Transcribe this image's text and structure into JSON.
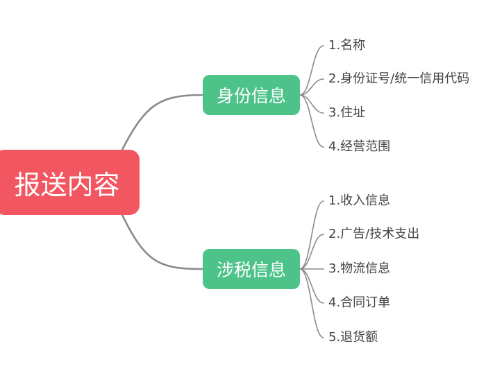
{
  "colors": {
    "root": "#f25660",
    "branch": "#4dc38a",
    "connector": "#8a8a8a",
    "leaf_text": "#444444"
  },
  "root": {
    "label": "报送内容"
  },
  "branches": [
    {
      "label": "身份信息",
      "items": [
        "1.名称",
        "2.身份证号/统一信用代码",
        "3.住址",
        "4.经营范围"
      ]
    },
    {
      "label": "涉税信息",
      "items": [
        "1.收入信息",
        "2.广告/技术支出",
        "3.物流信息",
        "4.合同订单",
        "5.退货额"
      ]
    }
  ]
}
